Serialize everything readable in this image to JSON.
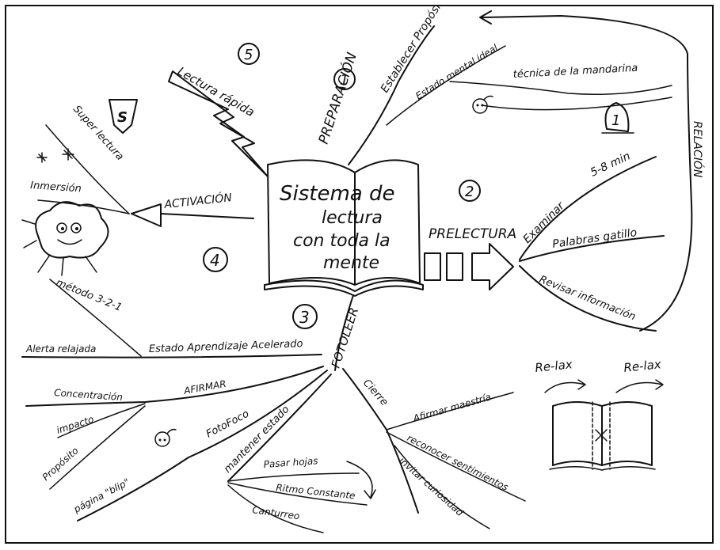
{
  "center": {
    "title_line1": "Sistema de",
    "title_line2": "lectura",
    "title_line3": "con toda la",
    "title_line4": "mente"
  },
  "branch1": {
    "number": "1",
    "label": "PREPARACIÓN",
    "sub_proposito": "Establecer Propósito",
    "sub_estado": "Estado mental ideal",
    "sub_mandarina": "técnica de la mandarina"
  },
  "relacion": {
    "label": "RELACIÓN"
  },
  "branch2": {
    "number": "2",
    "label": "PRELECTURA",
    "sub_examinar": "Examinar",
    "sub_examinar_time": "5-8 min",
    "sub_palabras": "Palabras gatillo",
    "sub_revisar": "Revisar información"
  },
  "branch3": {
    "number": "3",
    "label": "FOTOLEER",
    "sub_estado_aprendizaje": "Estado Aprendizaje Acelerado",
    "sub_alerta": "Alerta relajada",
    "sub_metodo": "método 3-2-1",
    "sub_afirmar": "AFIRMAR",
    "sub_concentracion": "Concentración",
    "sub_impacto": "impacto",
    "sub_proposito": "Propósito",
    "sub_fotofoco": "FotoFoco",
    "sub_pagina_blip": "página \"blip\"",
    "sub_mantener": "mantener estado",
    "sub_pasar": "Pasar hojas",
    "sub_ritmo": "Ritmo Constante",
    "sub_canturreo": "Canturreo",
    "sub_cierre": "Cierre",
    "sub_afirmar_maestria": "Afirmar maestría",
    "sub_reconocer": "reconocer sentimientos",
    "sub_invitar": "invitar curiosidad"
  },
  "branch4": {
    "number": "4",
    "label": "ACTIVACIÓN",
    "sub_super": "Super lectura",
    "sub_inmersion": "Inmersión"
  },
  "branch5": {
    "number": "5",
    "label": "Lectura rápida"
  },
  "relax": {
    "label1": "Re-lax",
    "label2": "Re-lax"
  },
  "icons": {
    "badge_letter": "S",
    "timer_number": "1"
  }
}
